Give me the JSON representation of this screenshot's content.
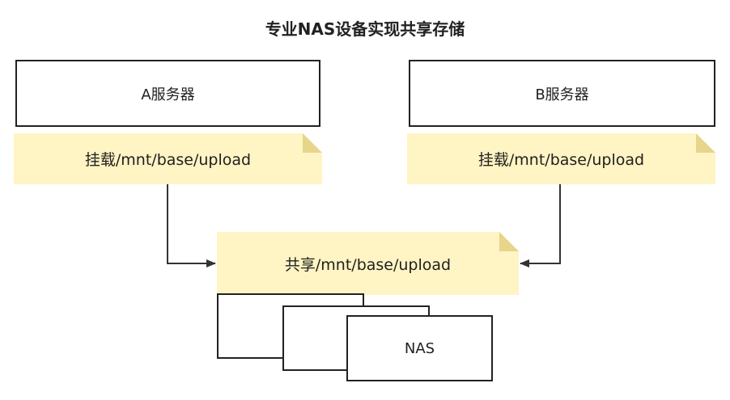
{
  "title": "专业NAS设备实现共享存储",
  "servers": {
    "a": {
      "label": "A服务器",
      "mount": "挂载/mnt/base/upload"
    },
    "b": {
      "label": "B服务器",
      "mount": "挂载/mnt/base/upload"
    }
  },
  "share": {
    "label": "共享/mnt/base/upload"
  },
  "nas": {
    "label": "NAS"
  },
  "colors": {
    "note_fill": "#fff4c3",
    "note_fold": "#e6d58a",
    "stroke": "#222222",
    "arrow": "#333333"
  }
}
